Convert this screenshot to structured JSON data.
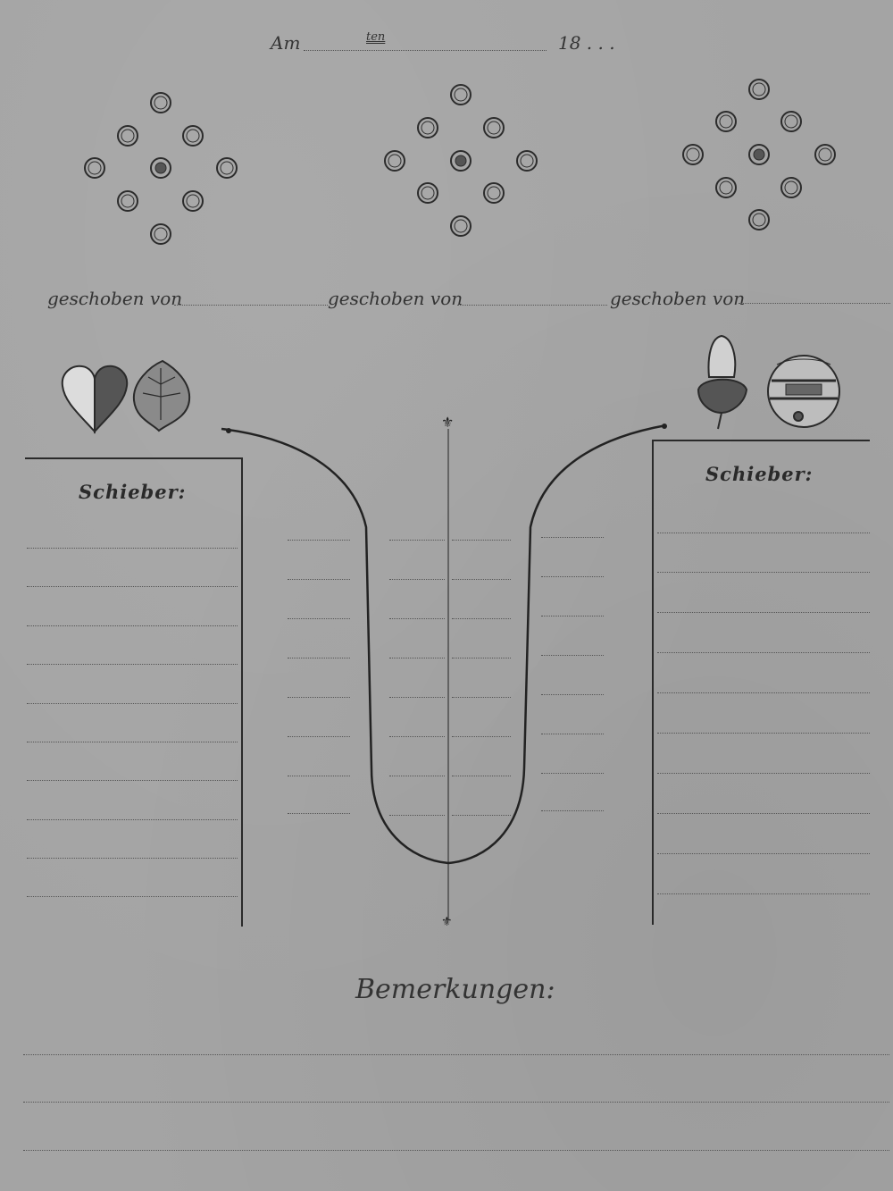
{
  "header": {
    "am_label": "Am",
    "ten_label": "ten",
    "year_label": "18 . . ."
  },
  "pusher_label": "geschoben von",
  "columns": {
    "left_title": "Schieber:",
    "right_title": "Schieber:"
  },
  "remarks_title": "Bemerkungen:",
  "suit_icons": [
    "heart-icon",
    "leaf-icon",
    "acorn-icon",
    "bell-icon"
  ],
  "colors": {
    "paper": "#a4a4a4",
    "ink": "#2a2a2a"
  }
}
